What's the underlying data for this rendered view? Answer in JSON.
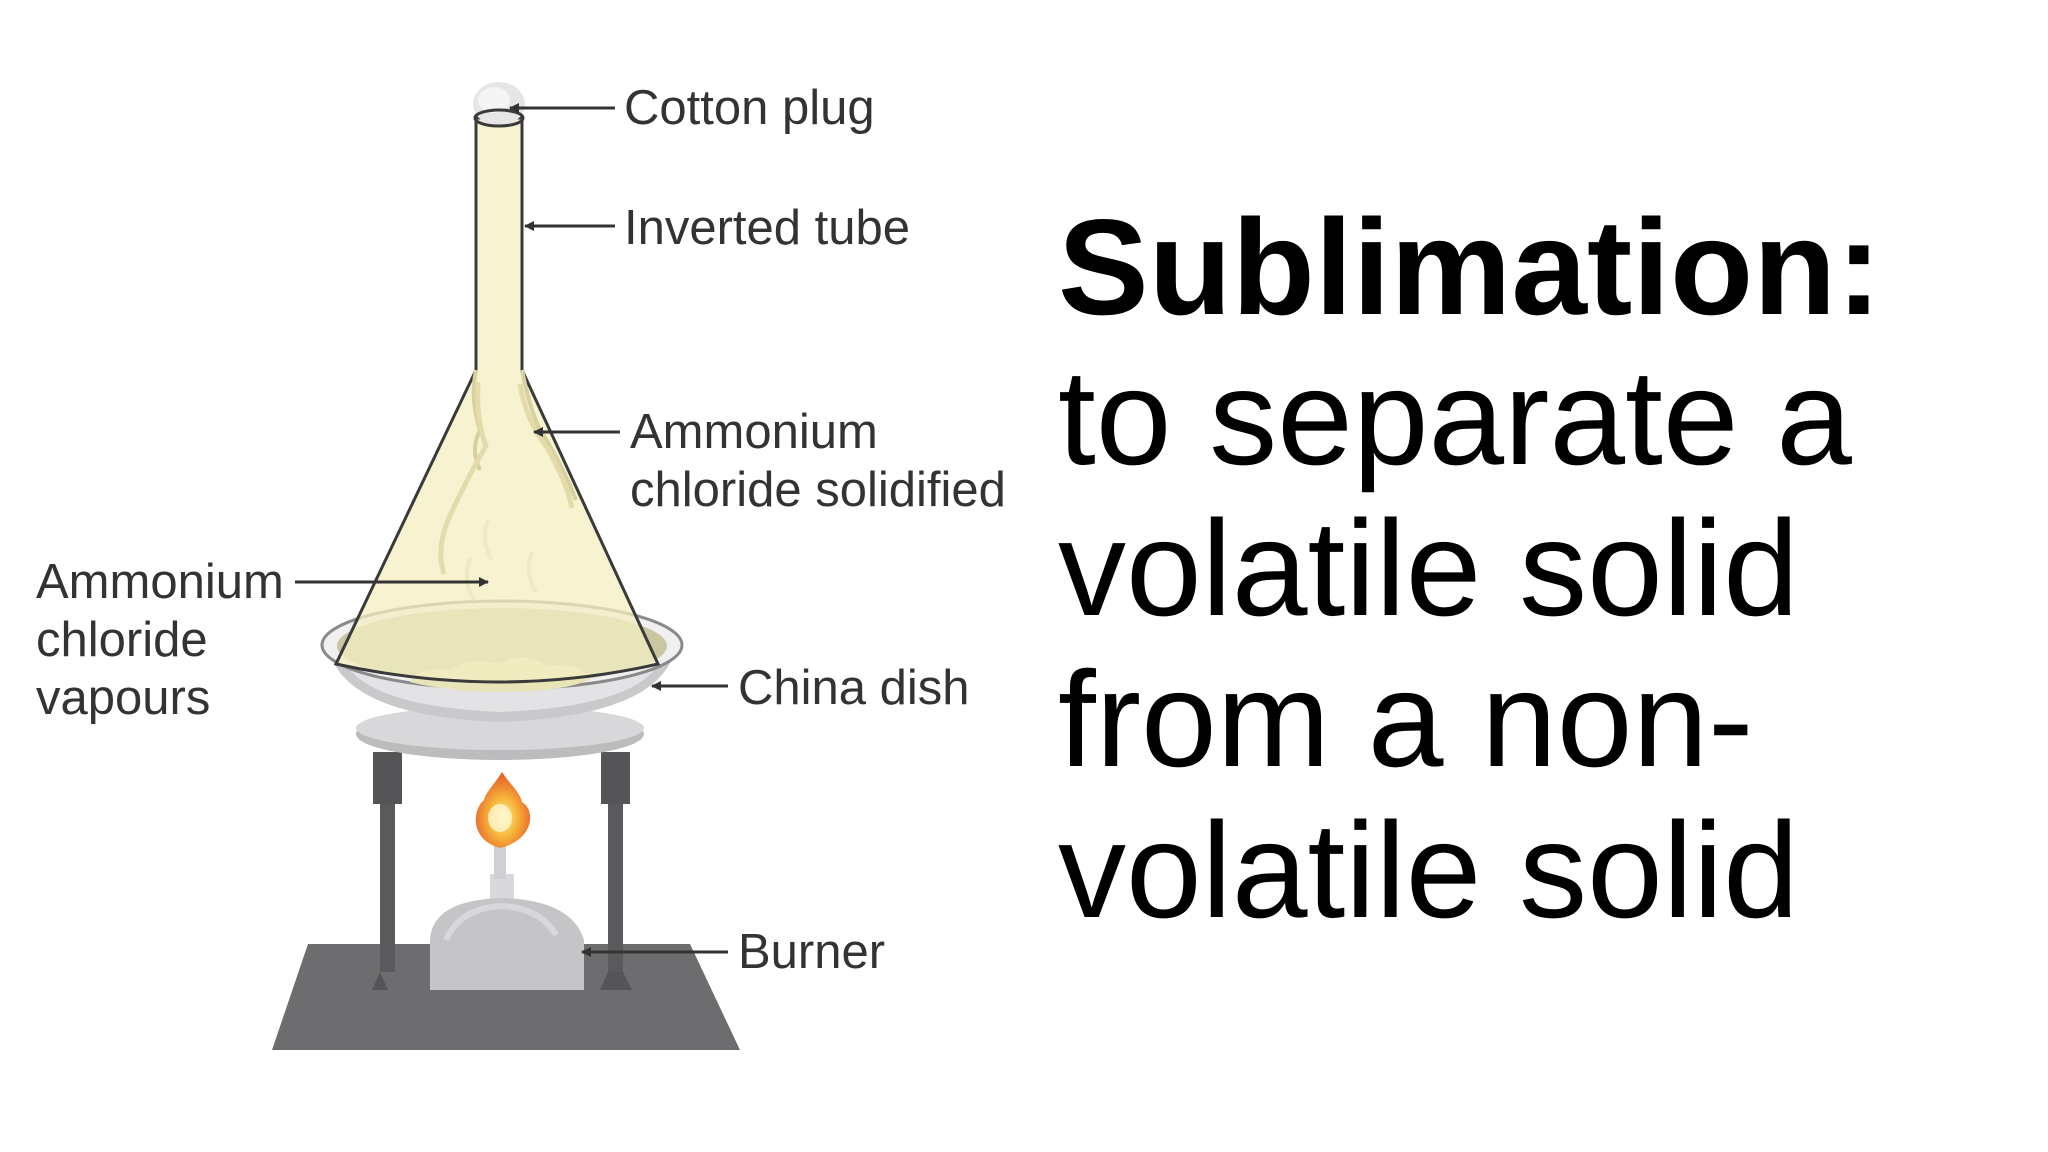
{
  "diagram": {
    "labels": {
      "cotton_plug": "Cotton plug",
      "inverted_tube": "Inverted tube",
      "ammonium_solidified_line1": "Ammonium",
      "ammonium_solidified_line2": "chloride solidified",
      "vapours_line1": "Ammonium",
      "vapours_line2": "chloride",
      "vapours_line3": "vapours",
      "china_dish": "China dish",
      "burner": "Burner"
    }
  },
  "caption": {
    "heading": "Sublimation:",
    "lines": [
      "to separate a",
      "volatile solid",
      "from a non-",
      "volatile solid"
    ]
  }
}
